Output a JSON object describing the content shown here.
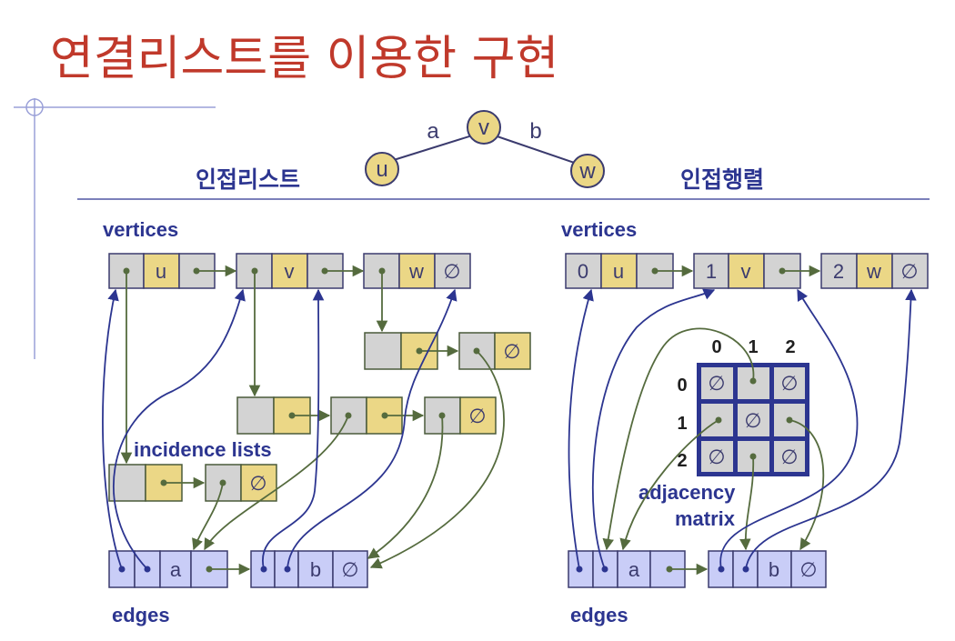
{
  "title": "연결리스트를 이용한 구현",
  "graph": {
    "vertices": [
      "u",
      "v",
      "w"
    ],
    "edges": [
      {
        "label": "a",
        "from": "u",
        "to": "v"
      },
      {
        "label": "b",
        "from": "v",
        "to": "w"
      }
    ]
  },
  "left": {
    "heading": "인접리스트",
    "vertices_label": "vertices",
    "incidence_label": "incidence lists",
    "edges_label": "edges",
    "vertex_list": [
      "u",
      "v",
      "w"
    ],
    "edge_list": [
      "a",
      "b"
    ]
  },
  "right": {
    "heading": "인접행렬",
    "vertices_label": "vertices",
    "matrix_label_1": "adjacency",
    "matrix_label_2": "matrix",
    "edges_label": "edges",
    "vertex_list": [
      {
        "index": "0",
        "name": "u"
      },
      {
        "index": "1",
        "name": "v"
      },
      {
        "index": "2",
        "name": "w"
      }
    ],
    "edge_list": [
      "a",
      "b"
    ],
    "matrix_col_headers": [
      "0",
      "1",
      "2"
    ],
    "matrix_row_headers": [
      "0",
      "1",
      "2"
    ]
  },
  "symbols": {
    "null": "∅"
  },
  "colors": {
    "title": "#c0392b",
    "heading": "#2c3590",
    "vertex_node": "#ebd786",
    "cell_gray": "#d3d3d3",
    "cell_yellow": "#ebd786",
    "cell_blue": "#c9cdf7",
    "arrow_green": "#556b3e",
    "arrow_blue": "#2c3590"
  }
}
